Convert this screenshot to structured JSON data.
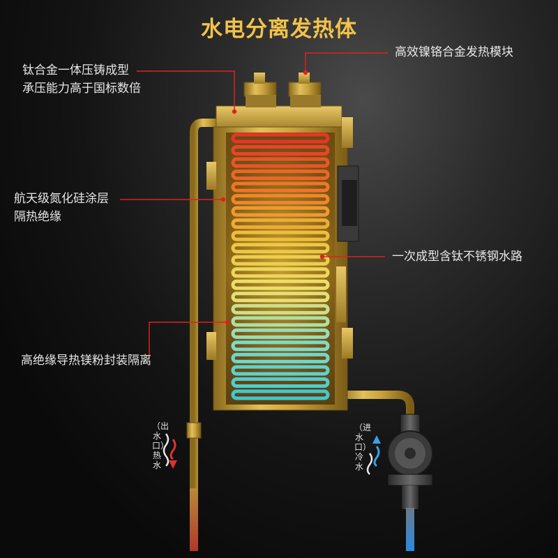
{
  "title": "水电分离发热体",
  "labels": {
    "heating_module": "高效镍铬合金发热模块",
    "titanium_alloy_line1": "钛合金一体压铸成型",
    "titanium_alloy_line2": "承压能力高于国标数倍",
    "coating_line1": "航天级氮化硅涂层",
    "coating_line2": "隔热绝缘",
    "water_path": "一次成型含钛不锈钢水路",
    "insulation": "高绝缘导热镁粉封装隔离"
  },
  "outlet": {
    "text_top": "（出水口）",
    "text_bottom": "热水"
  },
  "inlet": {
    "text_top": "（进水口）",
    "text_bottom": "冷水"
  },
  "colors": {
    "title": "#f2c24a",
    "pointer": "#e02020",
    "gold": "#c9a23c",
    "hot_arrow": "#e03030",
    "cold_arrow": "#3aa0e8"
  }
}
